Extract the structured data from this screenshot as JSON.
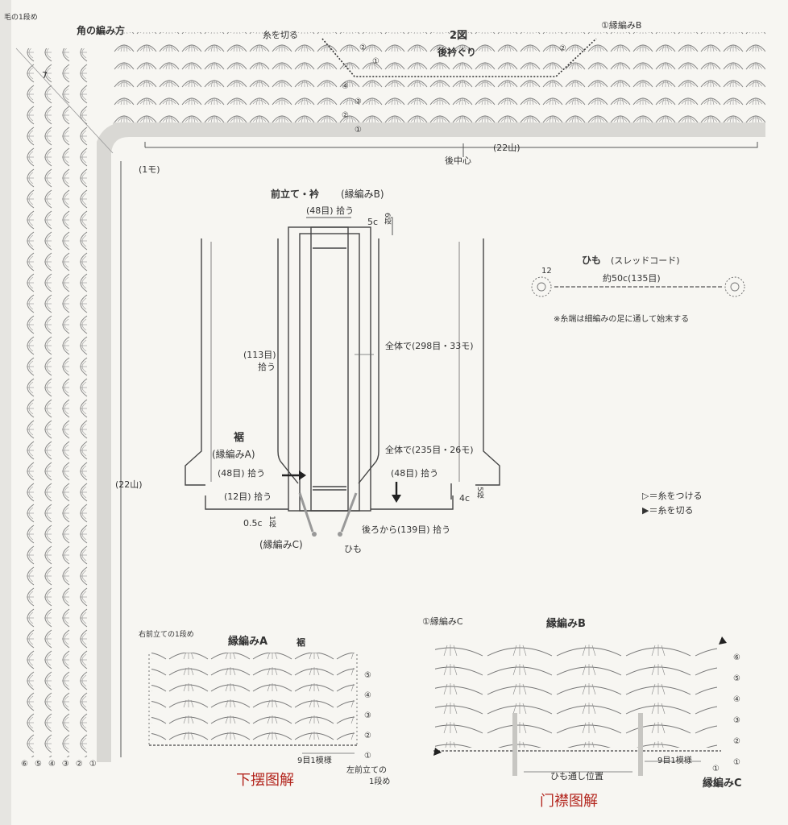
{
  "corner": {
    "title": "角の編み方",
    "first_row_note": "毛の1段め",
    "count_vertical": "(22山)",
    "count_horizontal": "(22山)",
    "mo_label": "(1モ)",
    "corner_stitch_num": "7",
    "row_markers_bottom": [
      "⑥",
      "⑤",
      "④",
      "③",
      "②",
      "①"
    ]
  },
  "fig2": {
    "title": "2図",
    "subtitle": "後衿ぐり",
    "cut_yarn": "糸を切る",
    "edging_b": "①縁編みB",
    "center_back": "後中心",
    "row_arrows_left": [
      "②",
      "①"
    ],
    "row_circled_left": [
      "④",
      "③",
      "②",
      "①"
    ],
    "row_arrows_right": [
      "②"
    ]
  },
  "schematic": {
    "front_band_title": "前立て・衿",
    "front_band_edging": "(縁編みB)",
    "pick_up_48_top": "(48目) 拾う",
    "dim_5c": "5c",
    "dim_6_rows": "6段",
    "pick_113": "(113目)",
    "pick_113_b": "拾う",
    "total_298": "全体で(298目・33モ)",
    "total_235": "全体で(235目・26モ)",
    "hem_title": "裾",
    "hem_edging": "(縁編みA)",
    "pick_48_left": "(48目) 拾う",
    "pick_48_right": "(48目) 拾う",
    "pick_12": "(12目) 拾う",
    "dim_05c": "0.5c",
    "dim_1_row": "1段",
    "edging_c": "(縁編みC)",
    "pick_back_139": "後ろから(139目) 拾う",
    "cord": "ひも",
    "dim_4c": "4c",
    "dim_5_rows": "5段"
  },
  "cord": {
    "title": "ひも",
    "subtitle": "(スレッドコード)",
    "length": "約50c(135目)",
    "start_count": "12",
    "note": "※糸端は細編みの足に通して始末する"
  },
  "legend": {
    "attach": "▷＝糸をつける",
    "cut": "▶＝糸を切る"
  },
  "chart_a": {
    "title": "縁編みA",
    "title2": "裾",
    "first_row_right_front": "右前立ての1段め",
    "repeat": "9目1模様",
    "first_row_left_front_1": "左前立ての",
    "first_row_left_front_2": "1段め",
    "rows": [
      "⑤",
      "④",
      "③",
      "②",
      "①"
    ],
    "caption": "下摆图解"
  },
  "chart_b": {
    "title": "縁編みB",
    "edging_c_top": "①縁編みC",
    "repeat": "9目1模様",
    "cord_position": "ひも通し位置",
    "edging_c_bottom": "縁編みC",
    "rows": [
      "⑥",
      "⑤",
      "④",
      "③",
      "②",
      "①"
    ],
    "bottom_row": "①",
    "caption": "门襟图解"
  }
}
